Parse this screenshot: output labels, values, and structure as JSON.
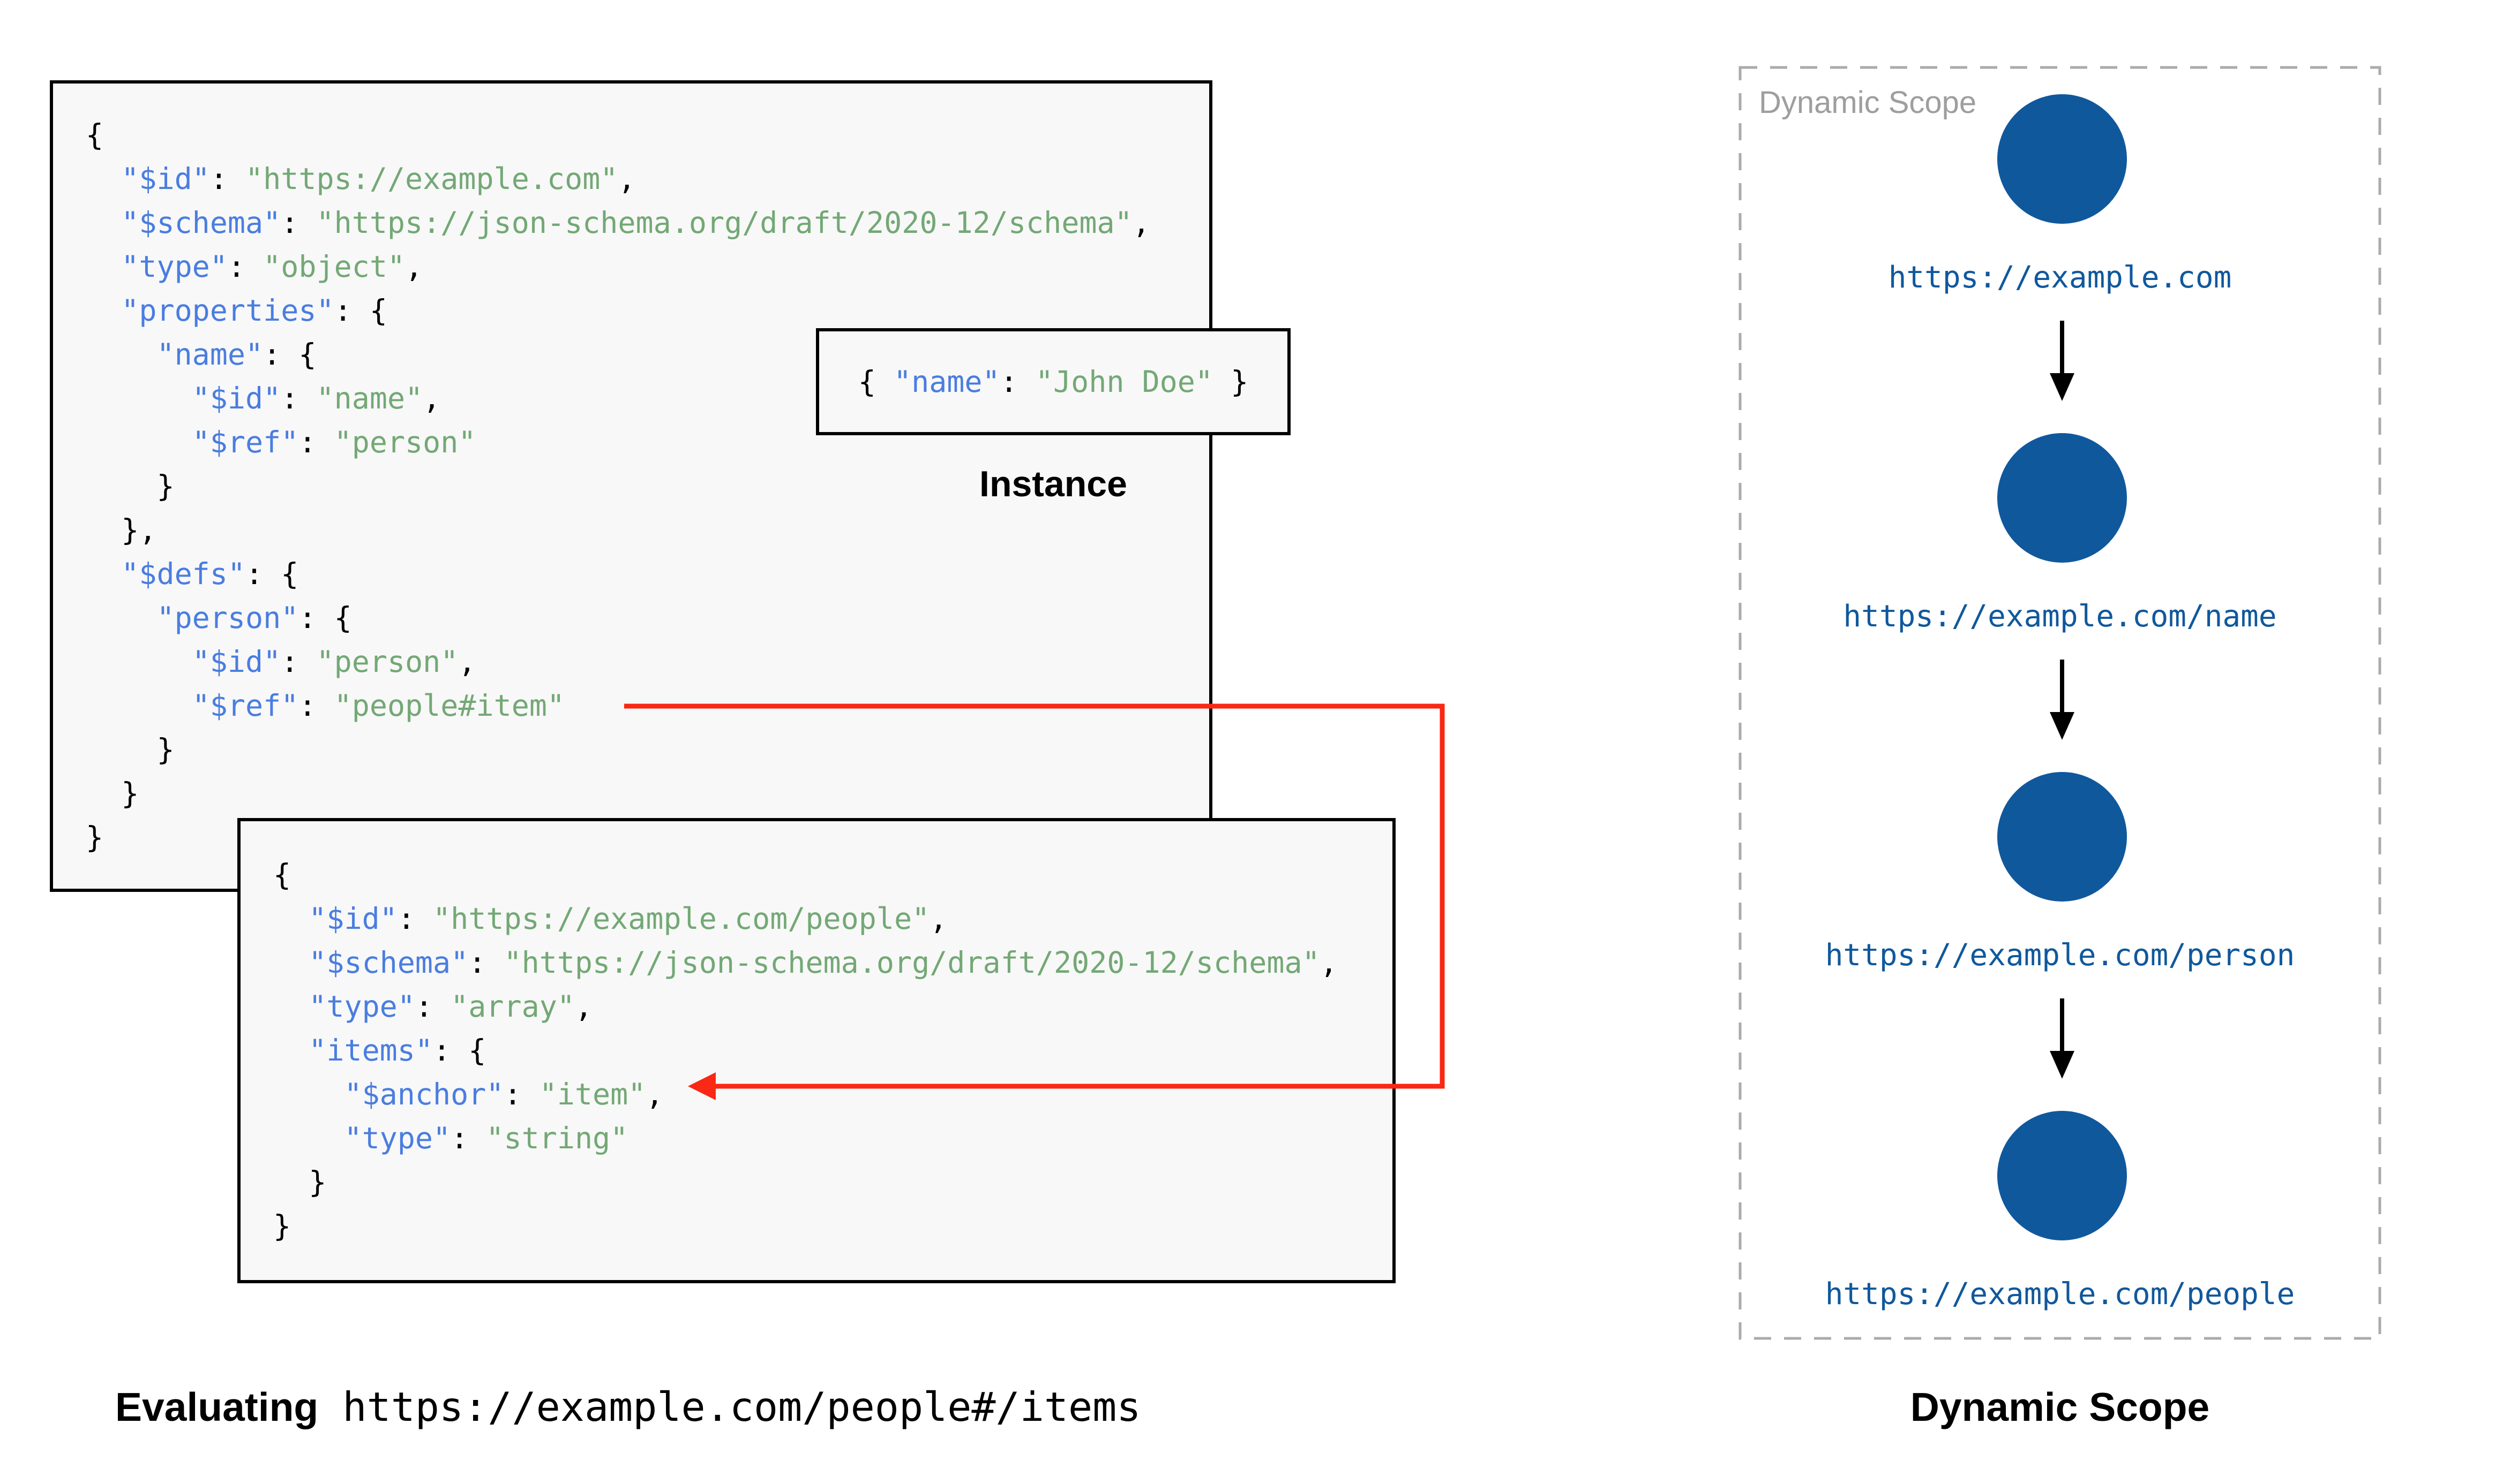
{
  "colors": {
    "key_blue": "#4a7de0",
    "string_green": "#73a875",
    "node_blue": "#10589c",
    "red": "#fa2814",
    "label_gray": "#9e9e9e",
    "box_bg": "#f8f8f8",
    "dash_gray": "#ababab",
    "border_black": "#000000",
    "text_black": "#000000"
  },
  "icons": {
    "reference_arrow": "red-elbow-arrow-left",
    "flow_arrow": "black-arrow-down"
  },
  "panels": {
    "schema_main": {
      "lines": [
        [
          [
            "p",
            "{"
          ]
        ],
        [
          [
            "p",
            "  "
          ],
          [
            "k",
            "\"$id\""
          ],
          [
            "p",
            ": "
          ],
          [
            "s",
            "\"https://example.com\""
          ],
          [
            "p",
            ","
          ]
        ],
        [
          [
            "p",
            "  "
          ],
          [
            "k",
            "\"$schema\""
          ],
          [
            "p",
            ": "
          ],
          [
            "s",
            "\"https://json-schema.org/draft/2020-12/schema\""
          ],
          [
            "p",
            ","
          ]
        ],
        [
          [
            "p",
            "  "
          ],
          [
            "k",
            "\"type\""
          ],
          [
            "p",
            ": "
          ],
          [
            "s",
            "\"object\""
          ],
          [
            "p",
            ","
          ]
        ],
        [
          [
            "p",
            "  "
          ],
          [
            "k",
            "\"properties\""
          ],
          [
            "p",
            ": {"
          ]
        ],
        [
          [
            "p",
            "    "
          ],
          [
            "k",
            "\"name\""
          ],
          [
            "p",
            ": {"
          ]
        ],
        [
          [
            "p",
            "      "
          ],
          [
            "k",
            "\"$id\""
          ],
          [
            "p",
            ": "
          ],
          [
            "s",
            "\"name\""
          ],
          [
            "p",
            ","
          ]
        ],
        [
          [
            "p",
            "      "
          ],
          [
            "k",
            "\"$ref\""
          ],
          [
            "p",
            ": "
          ],
          [
            "s",
            "\"person\""
          ]
        ],
        [
          [
            "p",
            "    }"
          ]
        ],
        [
          [
            "p",
            "  },"
          ]
        ],
        [
          [
            "p",
            "  "
          ],
          [
            "k",
            "\"$defs\""
          ],
          [
            "p",
            ": {"
          ]
        ],
        [
          [
            "p",
            "    "
          ],
          [
            "k",
            "\"person\""
          ],
          [
            "p",
            ": {"
          ]
        ],
        [
          [
            "p",
            "      "
          ],
          [
            "k",
            "\"$id\""
          ],
          [
            "p",
            ": "
          ],
          [
            "s",
            "\"person\""
          ],
          [
            "p",
            ","
          ]
        ],
        [
          [
            "p",
            "      "
          ],
          [
            "k",
            "\"$ref\""
          ],
          [
            "p",
            ": "
          ],
          [
            "s",
            "\"people#item\""
          ]
        ],
        [
          [
            "p",
            "    }"
          ]
        ],
        [
          [
            "p",
            "  }"
          ]
        ],
        [
          [
            "p",
            "}"
          ]
        ]
      ]
    },
    "schema_people": {
      "lines": [
        [
          [
            "p",
            "{"
          ]
        ],
        [
          [
            "p",
            "  "
          ],
          [
            "k",
            "\"$id\""
          ],
          [
            "p",
            ": "
          ],
          [
            "s",
            "\"https://example.com/people\""
          ],
          [
            "p",
            ","
          ]
        ],
        [
          [
            "p",
            "  "
          ],
          [
            "k",
            "\"$schema\""
          ],
          [
            "p",
            ": "
          ],
          [
            "s",
            "\"https://json-schema.org/draft/2020-12/schema\""
          ],
          [
            "p",
            ","
          ]
        ],
        [
          [
            "p",
            "  "
          ],
          [
            "k",
            "\"type\""
          ],
          [
            "p",
            ": "
          ],
          [
            "s",
            "\"array\""
          ],
          [
            "p",
            ","
          ]
        ],
        [
          [
            "p",
            "  "
          ],
          [
            "k",
            "\"items\""
          ],
          [
            "p",
            ": {"
          ]
        ],
        [
          [
            "p",
            "    "
          ],
          [
            "k",
            "\"$anchor\""
          ],
          [
            "p",
            ": "
          ],
          [
            "s",
            "\"item\""
          ],
          [
            "p",
            ","
          ]
        ],
        [
          [
            "p",
            "    "
          ],
          [
            "k",
            "\"type\""
          ],
          [
            "p",
            ": "
          ],
          [
            "s",
            "\"string\""
          ]
        ],
        [
          [
            "p",
            "  }"
          ]
        ],
        [
          [
            "p",
            "}"
          ]
        ]
      ]
    },
    "instance": {
      "lines": [
        [
          [
            "p",
            "{ "
          ],
          [
            "k",
            "\"name\""
          ],
          [
            "p",
            ": "
          ],
          [
            "s",
            "\"John Doe\""
          ],
          [
            "p",
            " }"
          ]
        ]
      ],
      "label": "Instance"
    },
    "dynamic_scope": {
      "label": "Dynamic Scope",
      "nodes": [
        "https://example.com",
        "https://example.com/name",
        "https://example.com/person",
        "https://example.com/people"
      ]
    }
  },
  "captions": {
    "evaluating_prefix": "Evaluating",
    "evaluating_separator": " ",
    "evaluating_uri": "https://example.com/people#/items",
    "dynamic_scope": "Dynamic Scope"
  }
}
